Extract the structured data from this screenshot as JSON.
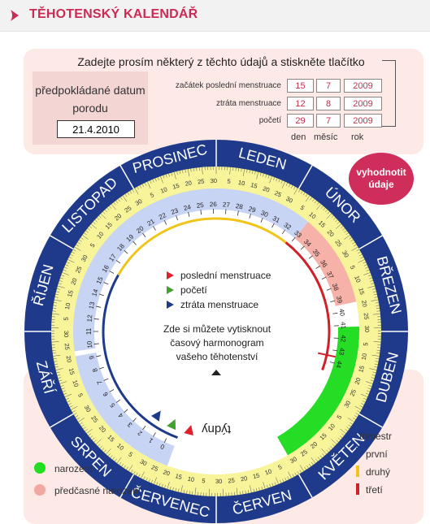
{
  "header": {
    "title": "TĚHOTENSKÝ KALENDÁŘ"
  },
  "form": {
    "instructions": "Zadejte prosím některý z těchto údajů a stiskněte tlačítko",
    "due_label": "předpokládané datum porodu",
    "due_value": "21.4.2010",
    "rows": [
      {
        "label": "začátek poslední menstruace",
        "day": "15",
        "month": "7",
        "year": "2009"
      },
      {
        "label": "ztráta menstruace",
        "day": "12",
        "month": "8",
        "year": "2009"
      },
      {
        "label": "početí",
        "day": "29",
        "month": "7",
        "year": "2009"
      }
    ],
    "col_day": "den",
    "col_month": "měsíc",
    "col_year": "rok",
    "evaluate_button": "vyhodnotit údaje"
  },
  "wheel": {
    "months": [
      "LEDEN",
      "ÚNOR",
      "BŘEZEN",
      "DUBEN",
      "KVĚTEN",
      "ČERVEN",
      "ČERVENEC",
      "SRPEN",
      "ZÁŘÍ",
      "ŘÍJEN",
      "LISTOPAD",
      "PROSINEC"
    ],
    "weeks_label": "týdny",
    "legend_markers": [
      {
        "label": "poslední menstruace",
        "color": "#e0202a"
      },
      {
        "label": "početí",
        "color": "#44a030"
      },
      {
        "label": "ztráta menstruace",
        "color": "#1e3a8a"
      }
    ],
    "print_text": "Zde si můžete vytisknout časový harmonogram vašeho těhotenství"
  },
  "legend": {
    "birth": {
      "label": "narození",
      "color": "#22dd22"
    },
    "preterm": {
      "label": "předčasné narození",
      "color": "#f2a7a0"
    },
    "trimester_title": "trimestr",
    "trimesters": [
      {
        "label": "první",
        "color": "#1e3a8a"
      },
      {
        "label": "druhý",
        "color": "#f0c419"
      },
      {
        "label": "třetí",
        "color": "#d0202a"
      }
    ]
  }
}
